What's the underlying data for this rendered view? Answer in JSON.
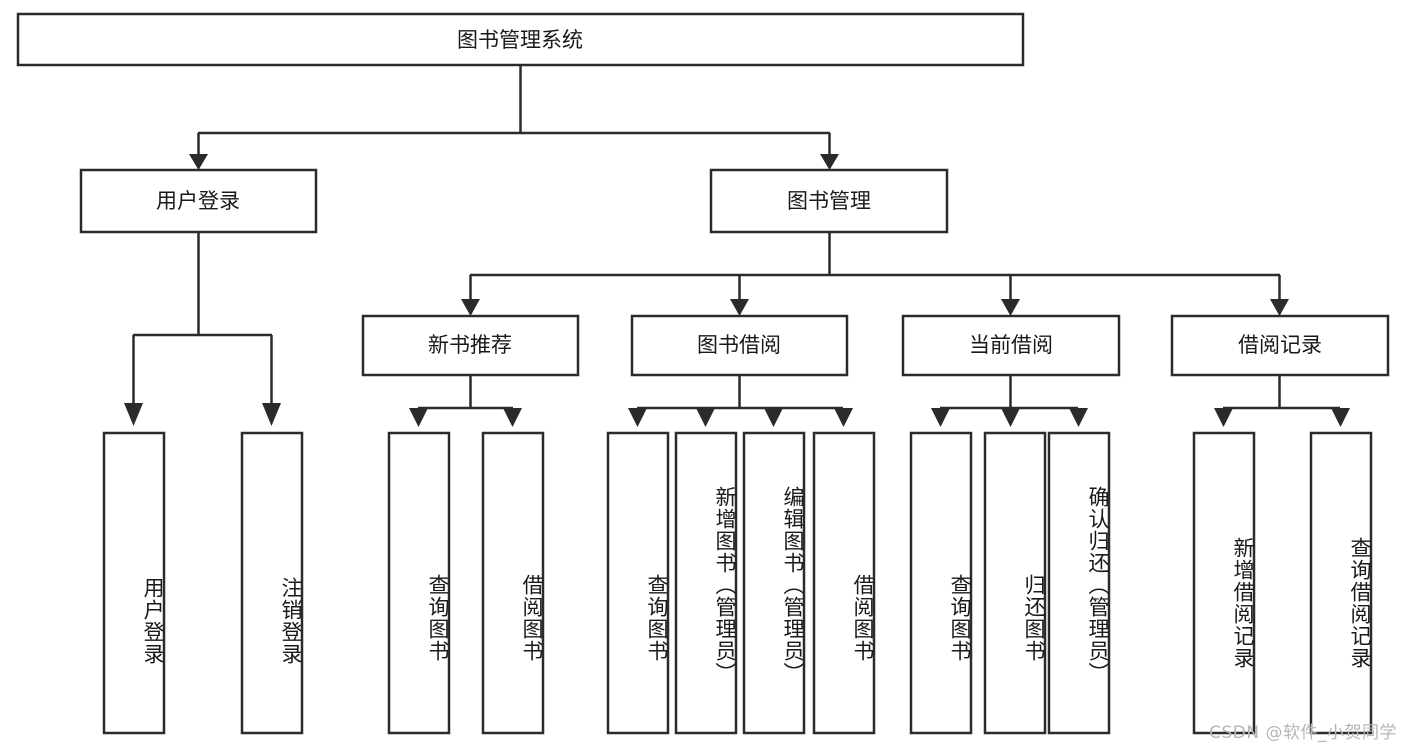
{
  "diagram": {
    "type": "tree-hierarchy-chart",
    "title_node": {
      "label": "图书管理系统",
      "level": 0
    },
    "level1": [
      {
        "id": "user-login",
        "label": "用户登录"
      },
      {
        "id": "book-management",
        "label": "图书管理"
      }
    ],
    "level2": [
      {
        "id": "new-book-recommend",
        "label": "新书推荐",
        "parent": "book-management"
      },
      {
        "id": "book-borrow",
        "label": "图书借阅",
        "parent": "book-management"
      },
      {
        "id": "current-borrow",
        "label": "当前借阅",
        "parent": "book-management"
      },
      {
        "id": "borrow-record",
        "label": "借阅记录",
        "parent": "book-management"
      }
    ],
    "leaves": [
      {
        "id": "leaf-user-login",
        "label": "用户登录",
        "parent": "user-login"
      },
      {
        "id": "leaf-logout-login",
        "label": "注销登录",
        "parent": "user-login"
      },
      {
        "id": "leaf-query-book-1",
        "label": "查询图书",
        "parent": "new-book-recommend"
      },
      {
        "id": "leaf-borrow-book-1",
        "label": "借阅图书",
        "parent": "new-book-recommend"
      },
      {
        "id": "leaf-query-book-2",
        "label": "查询图书",
        "parent": "book-borrow"
      },
      {
        "id": "leaf-add-book",
        "label": "新增图书（管理员）",
        "parent": "book-borrow"
      },
      {
        "id": "leaf-edit-book",
        "label": "编辑图书（管理员）",
        "parent": "book-borrow"
      },
      {
        "id": "leaf-borrow-book-2",
        "label": "借阅图书",
        "parent": "book-borrow"
      },
      {
        "id": "leaf-query-book-3",
        "label": "查询图书",
        "parent": "current-borrow"
      },
      {
        "id": "leaf-return-book",
        "label": "归还图书",
        "parent": "current-borrow"
      },
      {
        "id": "leaf-confirm-return",
        "label": "确认归还（管理员）",
        "parent": "current-borrow"
      },
      {
        "id": "leaf-add-borrow-record",
        "label": "新增借阅记录",
        "parent": "borrow-record"
      },
      {
        "id": "leaf-query-borrow-record",
        "label": "查询借阅记录",
        "parent": "borrow-record"
      }
    ],
    "colors": {
      "box_stroke": "#2b2b2b",
      "box_fill": "#ffffff",
      "text": "#1a1a1a",
      "background": "#ffffff",
      "watermark": "#b6b6b6"
    }
  },
  "watermark": {
    "text": "CSDN @软件_小贺同学"
  }
}
